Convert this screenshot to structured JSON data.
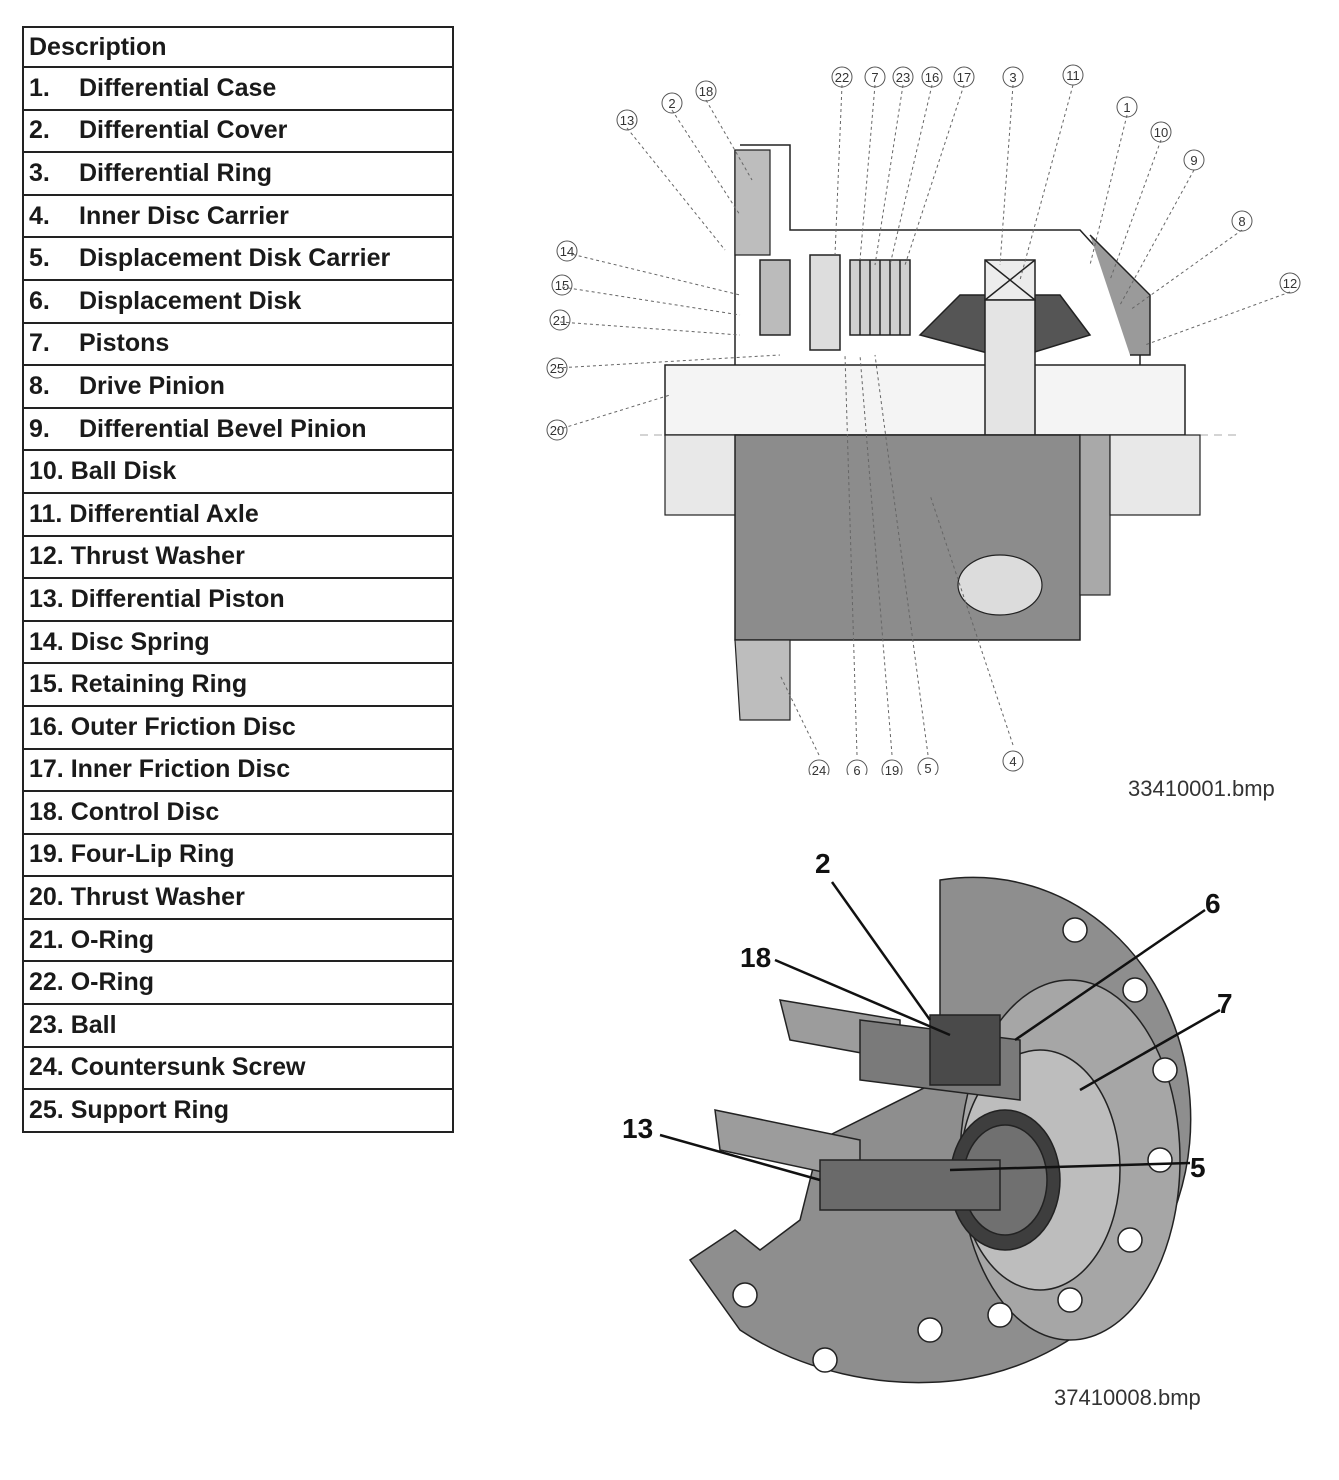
{
  "table": {
    "header": "Description",
    "rows": [
      {
        "num": "1.",
        "label": "Differential Case"
      },
      {
        "num": "2.",
        "label": "Differential Cover"
      },
      {
        "num": "3.",
        "label": "Differential Ring"
      },
      {
        "num": "4.",
        "label": "Inner Disc Carrier"
      },
      {
        "num": "5.",
        "label": "Displacement Disk Carrier"
      },
      {
        "num": "6.",
        "label": "Displacement Disk"
      },
      {
        "num": "7.",
        "label": "Pistons"
      },
      {
        "num": "8.",
        "label": "Drive Pinion"
      },
      {
        "num": "9.",
        "label": "Differential Bevel Pinion"
      },
      {
        "num": "10.",
        "label": "Ball Disk"
      },
      {
        "num": "11.",
        "label": "Differential Axle"
      },
      {
        "num": "12.",
        "label": "Thrust Washer"
      },
      {
        "num": "13.",
        "label": "Differential Piston"
      },
      {
        "num": "14.",
        "label": "Disc Spring"
      },
      {
        "num": "15.",
        "label": "Retaining Ring"
      },
      {
        "num": "16.",
        "label": "Outer Friction Disc"
      },
      {
        "num": "17.",
        "label": "Inner Friction Disc"
      },
      {
        "num": "18.",
        "label": "Control Disc"
      },
      {
        "num": "19.",
        "label": "Four-Lip Ring"
      },
      {
        "num": "20.",
        "label": "Thrust Washer"
      },
      {
        "num": "21.",
        "label": "O-Ring"
      },
      {
        "num": "22.",
        "label": "O-Ring"
      },
      {
        "num": "23.",
        "label": "Ball"
      },
      {
        "num": "24.",
        "label": "Countersunk Screw"
      },
      {
        "num": "25.",
        "label": "Support Ring"
      }
    ]
  },
  "section_drawing": {
    "caption": "33410001.bmp",
    "callouts_top": [
      "22",
      "7",
      "23",
      "16",
      "17",
      "3",
      "11"
    ],
    "callouts_right": [
      "1",
      "10",
      "9",
      "8",
      "12"
    ],
    "callouts_left": [
      "13",
      "2",
      "18",
      "14",
      "15",
      "21",
      "25",
      "20"
    ],
    "callouts_bottom": [
      "24",
      "6",
      "19",
      "5",
      "4"
    ]
  },
  "cutaway_drawing": {
    "caption": "37410008.bmp",
    "callouts": [
      "2",
      "6",
      "18",
      "7",
      "13",
      "5"
    ]
  },
  "colors": {
    "ink": "#1a1a1a",
    "metal_dark": "#6e6e6e",
    "metal_mid": "#9a9a9a",
    "metal_light": "#c8c8c8"
  }
}
